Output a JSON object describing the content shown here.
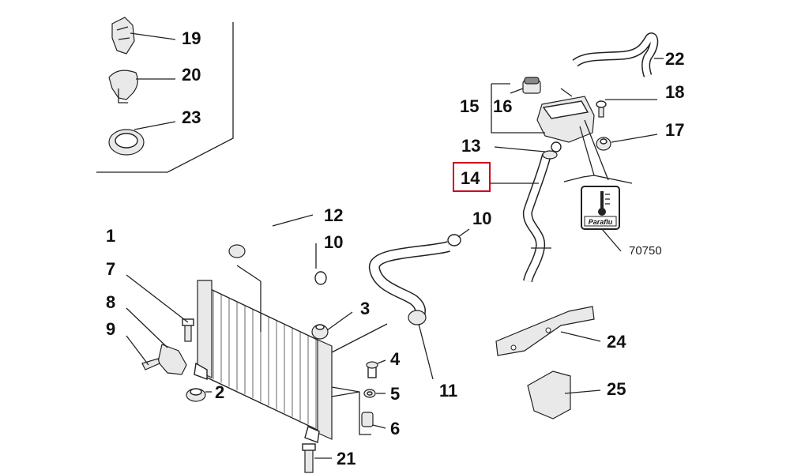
{
  "diagram": {
    "highlight_color": "#d0021b",
    "part_numbers": {
      "p1": "1",
      "p2": "2",
      "p3": "3",
      "p4": "4",
      "p5": "5",
      "p6": "6",
      "p7": "7",
      "p8": "8",
      "p9": "9",
      "p10a": "10",
      "p10b": "10",
      "p11": "11",
      "p12": "12",
      "p13": "13",
      "p14": "14",
      "p15": "15",
      "p16": "16",
      "p17": "17",
      "p18": "18",
      "p19": "19",
      "p20": "20",
      "p21": "21",
      "p22": "22",
      "p23": "23",
      "p24": "24",
      "p25": "25"
    },
    "product_code": "70750",
    "product_label_text": "Paraflu"
  }
}
